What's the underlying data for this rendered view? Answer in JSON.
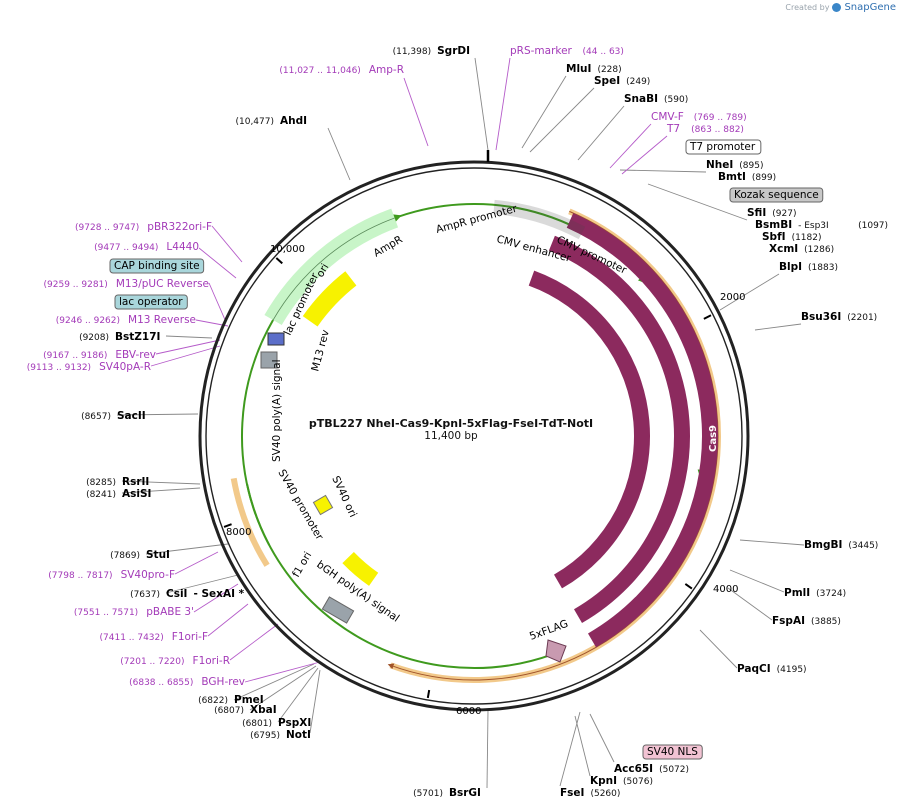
{
  "header": {
    "credit_prefix": "Created by",
    "credit_brand": "SnapGene",
    "plasmid_name": "pTBL227 NheI-Cas9-KpnI-5xFlag-FseI-TdT-NotI",
    "length_label": "11,400 bp"
  },
  "colors": {
    "backbone": "#222222",
    "primer": "#a33ab8",
    "cas9": "#8c2a5e",
    "ori": "#f7f200",
    "ampr": "#c8f5c8",
    "signal": "#9aa3aa",
    "orange_band": "#f2c98a",
    "green_arrow": "#3f9a1e"
  },
  "ticks": [
    {
      "label": "2000"
    },
    {
      "label": "4000"
    },
    {
      "label": "6000"
    },
    {
      "label": "8000"
    },
    {
      "label": "10,000"
    }
  ],
  "sites": [
    {
      "name": "SgrDI",
      "pos": "(11,398)"
    },
    {
      "name": "MluI",
      "pos": "(228)"
    },
    {
      "name": "SpeI",
      "pos": "(249)"
    },
    {
      "name": "SnaBI",
      "pos": "(590)"
    },
    {
      "name": "NheI",
      "pos": "(895)"
    },
    {
      "name": "BmtI",
      "pos": "(899)"
    },
    {
      "name": "SfiI",
      "pos": "(927)"
    },
    {
      "name": "BsmBI",
      "pos": "- Esp3I",
      "pos2": "(1097)"
    },
    {
      "name": "SbfI",
      "pos": "(1182)"
    },
    {
      "name": "XcmI",
      "pos": "(1286)"
    },
    {
      "name": "BlpI",
      "pos": "(1883)"
    },
    {
      "name": "Bsu36I",
      "pos": "(2201)"
    },
    {
      "name": "BmgBI",
      "pos": "(3445)"
    },
    {
      "name": "PmlI",
      "pos": "(3724)"
    },
    {
      "name": "FspAI",
      "pos": "(3885)"
    },
    {
      "name": "PaqCI",
      "pos": "(4195)"
    },
    {
      "name": "Acc65I",
      "pos": "(5072)"
    },
    {
      "name": "KpnI",
      "pos": "(5076)"
    },
    {
      "name": "FseI",
      "pos": "(5260)"
    },
    {
      "name": "BsrGI",
      "pos": "(5701)"
    },
    {
      "name": "NotI",
      "pos": "(6795)"
    },
    {
      "name": "PspXI",
      "pos": "(6801)"
    },
    {
      "name": "XbaI",
      "pos": "(6807)"
    },
    {
      "name": "PmeI",
      "pos": "(6822)"
    },
    {
      "name": "CsiI",
      "pos": "(7637)",
      "extra": "- SexAI *"
    },
    {
      "name": "StuI",
      "pos": "(7869)"
    },
    {
      "name": "AsiSI",
      "pos": "(8241)"
    },
    {
      "name": "RsrII",
      "pos": "(8285)"
    },
    {
      "name": "SacII",
      "pos": "(8657)"
    },
    {
      "name": "BstZ17I",
      "pos": "(9208)"
    },
    {
      "name": "AhdI",
      "pos": "(10,477)"
    }
  ],
  "primers": [
    {
      "name": "pRS-marker",
      "pos": "(44 .. 63)"
    },
    {
      "name": "Amp-R",
      "pos": "(11,027 .. 11,046)"
    },
    {
      "name": "CMV-F",
      "pos": "(769 .. 789)"
    },
    {
      "name": "T7",
      "pos": "(863 .. 882)"
    },
    {
      "name": "pBR322ori-F",
      "pos": "(9728 .. 9747)"
    },
    {
      "name": "L4440",
      "pos": "(9477 .. 9494)"
    },
    {
      "name": "M13/pUC Reverse",
      "pos": "(9259 .. 9281)"
    },
    {
      "name": "M13 Reverse",
      "pos": "(9246 .. 9262)"
    },
    {
      "name": "EBV-rev",
      "pos": "(9167 .. 9186)"
    },
    {
      "name": "SV40pA-R",
      "pos": "(9113 .. 9132)"
    },
    {
      "name": "SV40pro-F",
      "pos": "(7798 .. 7817)"
    },
    {
      "name": "pBABE 3'",
      "pos": "(7551 .. 7571)"
    },
    {
      "name": "F1ori-F",
      "pos": "(7411 .. 7432)"
    },
    {
      "name": "F1ori-R",
      "pos": "(7201 .. 7220)"
    },
    {
      "name": "BGH-rev",
      "pos": "(6838 .. 6855)"
    }
  ],
  "boxed_features": [
    {
      "name": "T7 promoter",
      "fill": "#ffffff"
    },
    {
      "name": "Kozak sequence",
      "fill": "#c8c8c8"
    },
    {
      "name": "CAP binding site",
      "fill": "#a9d6db"
    },
    {
      "name": "lac operator",
      "fill": "#a9d6db"
    },
    {
      "name": "SV40 NLS",
      "fill": "#f2c3d3"
    }
  ],
  "features": [
    {
      "name": "AmpR"
    },
    {
      "name": "AmpR promoter"
    },
    {
      "name": "CMV enhancer"
    },
    {
      "name": "CMV promoter"
    },
    {
      "name": "ori"
    },
    {
      "name": "lac promoter"
    },
    {
      "name": "M13 rev"
    },
    {
      "name": "SV40 poly(A) signal"
    },
    {
      "name": "SV40 promoter"
    },
    {
      "name": "SV40 ori"
    },
    {
      "name": "f1 ori"
    },
    {
      "name": "bGH poly(A) signal"
    },
    {
      "name": "5xFLAG"
    },
    {
      "name": "Cas9"
    }
  ]
}
